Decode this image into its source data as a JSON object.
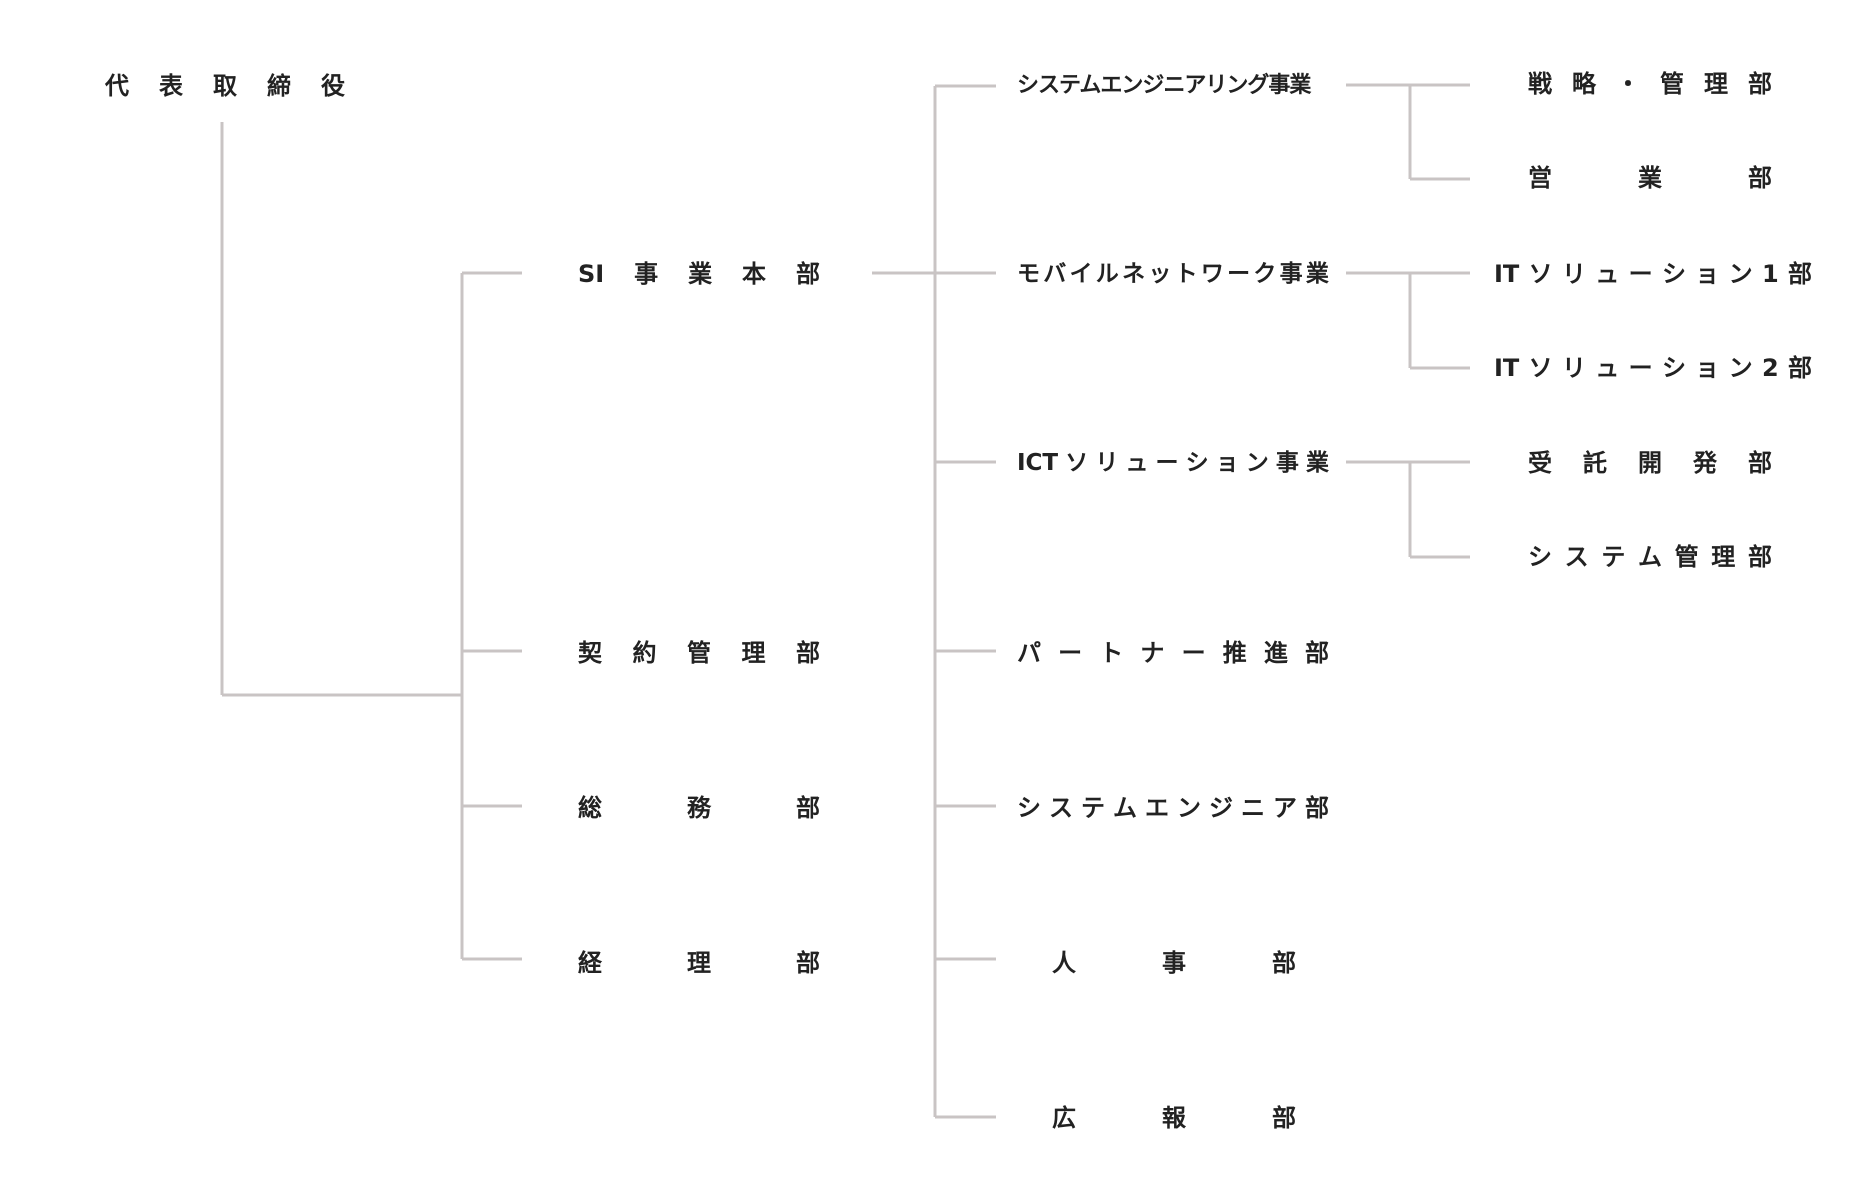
{
  "line_color": "#c9c4c4",
  "text_color": "#222222",
  "nodes": {
    "ceo": "代表取締役",
    "si_hq": "SI事業本部",
    "contract_mgmt": "契約管理部",
    "general_affairs": "総務部",
    "accounting": "経理部",
    "sys_eng_business": "システムエンジニアリング事業",
    "mobile_network_business": "モバイルネットワーク事業",
    "ict_solution_business": "ICT ソリューション事業",
    "partner_promotion": "パートナー推進部",
    "sys_engineer_dept": "システムエンジニア部",
    "hr": "人事部",
    "pr": "広報部",
    "strategy_mgmt": "戦略・管理部",
    "sales": "営業部",
    "it_solution_1": "IT ソリューション1部",
    "it_solution_2": "IT ソリューション2部",
    "contract_dev": "受託開発部",
    "system_mgmt": "システム管理部"
  }
}
